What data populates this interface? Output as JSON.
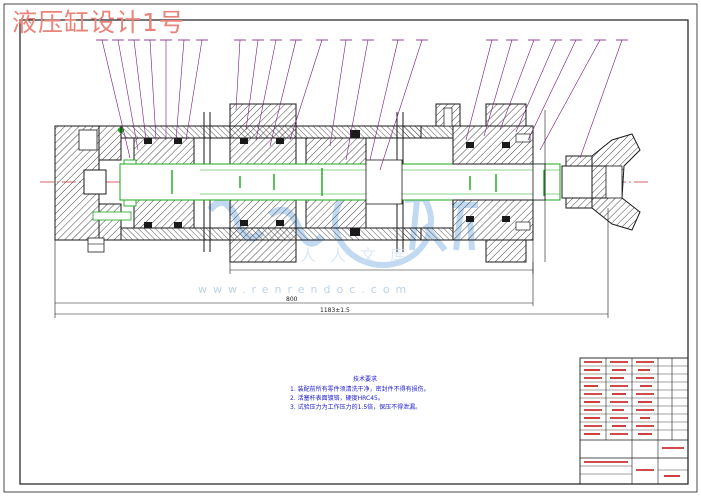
{
  "title": "液压缸设计1号",
  "watermark": {
    "url": "www.renrendoc.com",
    "logo_text": "人人文库"
  },
  "colors": {
    "title": "#e8847a",
    "outline": "#1a1a1a",
    "hatch": "#303030",
    "centerline": "#d03030",
    "dimension": "#18a818",
    "leader": "#7a1a7a",
    "notes": "#2020c8",
    "table": "#c01010",
    "watermark": "#7fb2de"
  },
  "notes": {
    "heading": "技术要求",
    "items": [
      "1. 装配前所有零件须清洗干净，密封件不得有损伤。",
      "2. 活塞杆表面镀铬，硬度HRC45。",
      "3. 试验压力为工作压力的1.5倍，保压不得泄漏。"
    ]
  },
  "dimensions": {
    "overall": "1183±1.5",
    "stroke": "800"
  },
  "icons": {
    "logo": "renrendoc-logo-icon"
  }
}
